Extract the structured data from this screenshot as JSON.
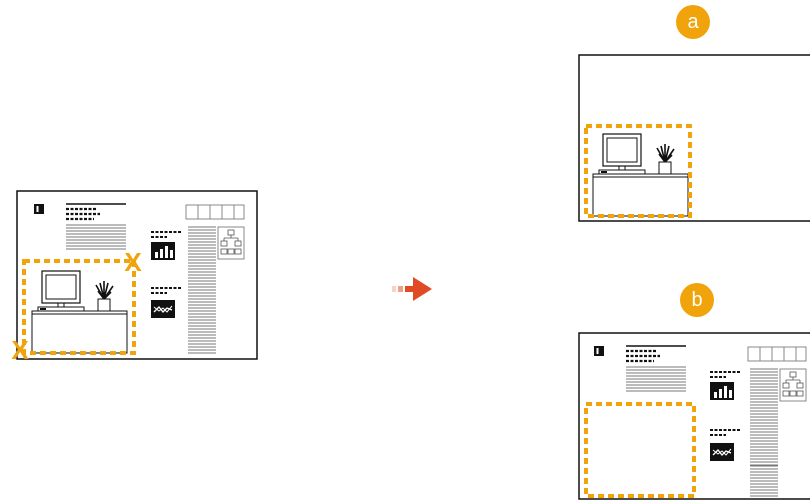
{
  "diagram": {
    "source_page": {
      "mark_top": "X",
      "mark_bottom": "X"
    },
    "result_a": {
      "badge": "a"
    },
    "result_b": {
      "badge": "b"
    }
  },
  "colors": {
    "accent": "#f0a30a",
    "arrow": "#e04a24",
    "line": "#111111",
    "gray_line": "#888888"
  },
  "icons": [
    "computer-icon",
    "plant-icon",
    "bar-chart-icon",
    "line-chart-icon",
    "org-chart-icon",
    "arrow-right-icon"
  ]
}
